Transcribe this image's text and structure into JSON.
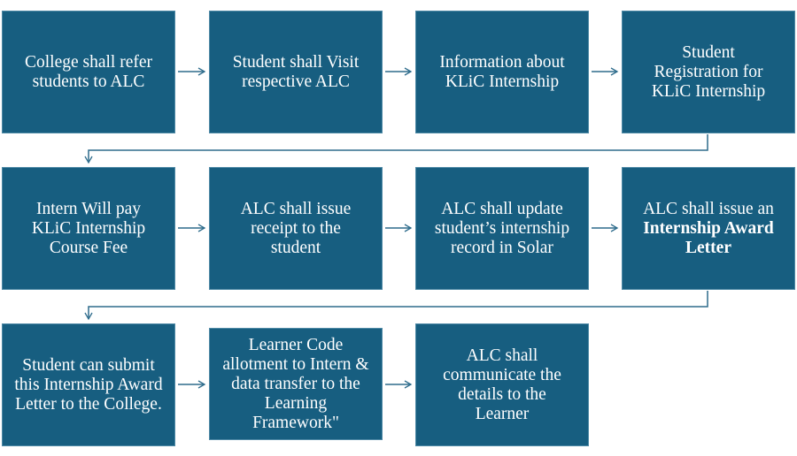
{
  "steps": [
    {
      "text": "College shall refer students to ALC"
    },
    {
      "text": "Student shall Visit respective ALC"
    },
    {
      "text": "Information about KLiC Internship"
    },
    {
      "text": "Student Registration for KLiC Internship"
    },
    {
      "text": "Intern Will pay KLiC Internship Course Fee"
    },
    {
      "text": "ALC shall issue receipt to the student"
    },
    {
      "text": "ALC shall update student’s internship record in Solar"
    },
    {
      "text": "ALC shall issue an",
      "bold": "Internship Award Letter"
    },
    {
      "text": "Student can submit this Internship Award Letter to the College."
    },
    {
      "text": "Learner Code allotment to Intern & data transfer to the Learning Framework\""
    },
    {
      "text": "ALC shall communicate the details to the Learner"
    }
  ],
  "colors": {
    "box": "#175e80",
    "arrow": "#2e6c8c"
  }
}
